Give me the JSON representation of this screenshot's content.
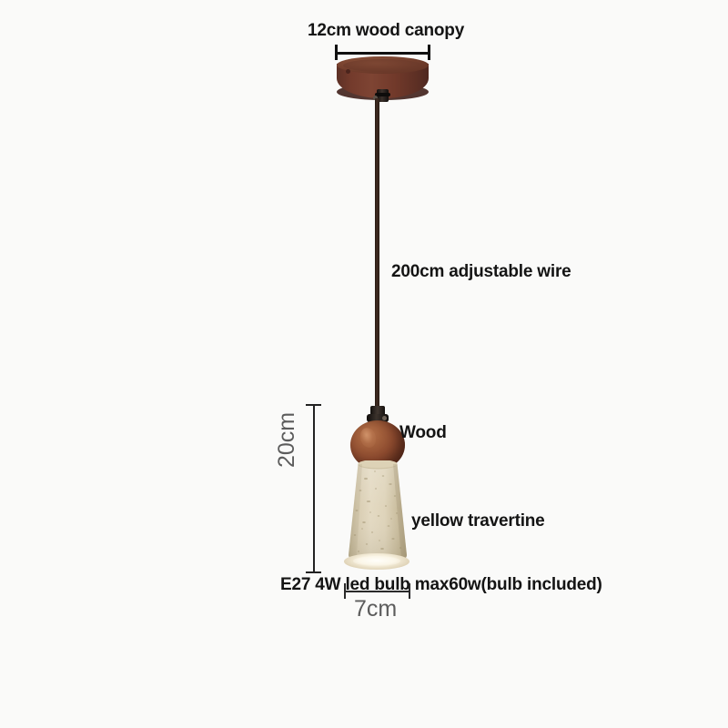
{
  "product": {
    "type": "pendant-lamp-spec-diagram",
    "background_color": "#fafaf9"
  },
  "annotations": {
    "canopy": {
      "text": "12cm wood canopy",
      "dimension_value": "12cm",
      "part": "wood canopy"
    },
    "wire": {
      "text": "200cm adjustable wire",
      "dimension_value": "200cm",
      "part": "adjustable wire"
    },
    "wood": {
      "text": "Wood",
      "part": "wood ball"
    },
    "travertine": {
      "text": "yellow travertine",
      "part": "shade"
    },
    "bulb": {
      "text": "E27 4W led bulb max60w(bulb included)",
      "socket": "E27",
      "wattage": "4W",
      "max_wattage": "max60w",
      "inclusion": "bulb included"
    }
  },
  "dimensions": {
    "shade_height": "20cm",
    "shade_width": "7cm",
    "canopy_width": "12cm",
    "wire_length": "200cm"
  },
  "colors": {
    "canopy_wood": "#743b2c",
    "wood_ball": "#8d4b2f",
    "travertine": "#d8cdb4",
    "wire": "#3a2820",
    "label_text": "#141414",
    "dimension_text": "#5c5c5c",
    "background": "#fafaf9"
  },
  "icons": {
    "canopy": "ceiling-canopy-icon",
    "wire": "hanging-wire-icon",
    "wood_ball": "wood-sphere-icon",
    "shade": "travertine-shade-icon",
    "socket": "lamp-socket-icon"
  }
}
